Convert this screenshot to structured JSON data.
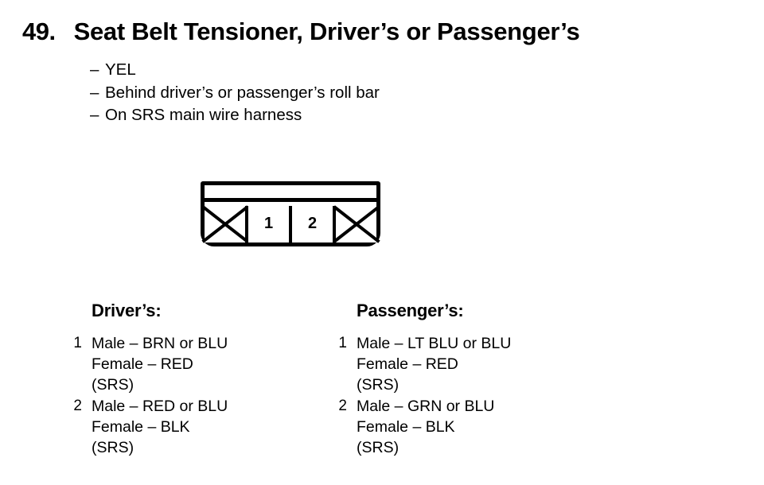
{
  "page": {
    "item_number": "49.",
    "title": "Seat Belt Tensioner, Driver’s or Passenger’s",
    "background_color": "#ffffff",
    "text_color": "#000000"
  },
  "notes": {
    "dash": "–",
    "lines": [
      "YEL",
      "Behind driver’s or passenger’s roll bar",
      "On SRS main wire harness"
    ]
  },
  "connector": {
    "cells": [
      {
        "type": "crossed",
        "label": ""
      },
      {
        "type": "pin",
        "label": "1"
      },
      {
        "type": "pin",
        "label": "2"
      },
      {
        "type": "crossed",
        "label": ""
      }
    ]
  },
  "legends": [
    {
      "id": "driver",
      "heading": "Driver’s:",
      "pins": [
        {
          "number": "1",
          "lines": [
            "Male – BRN or BLU",
            "Female – RED",
            "(SRS)"
          ]
        },
        {
          "number": "2",
          "lines": [
            "Male – RED or BLU",
            "Female – BLK",
            "(SRS)"
          ]
        }
      ]
    },
    {
      "id": "passenger",
      "heading": "Passenger’s:",
      "pins": [
        {
          "number": "1",
          "lines": [
            "Male – LT BLU or BLU",
            "Female – RED",
            "(SRS)"
          ]
        },
        {
          "number": "2",
          "lines": [
            "Male – GRN or BLU",
            "Female – BLK",
            "(SRS)"
          ]
        }
      ]
    }
  ]
}
